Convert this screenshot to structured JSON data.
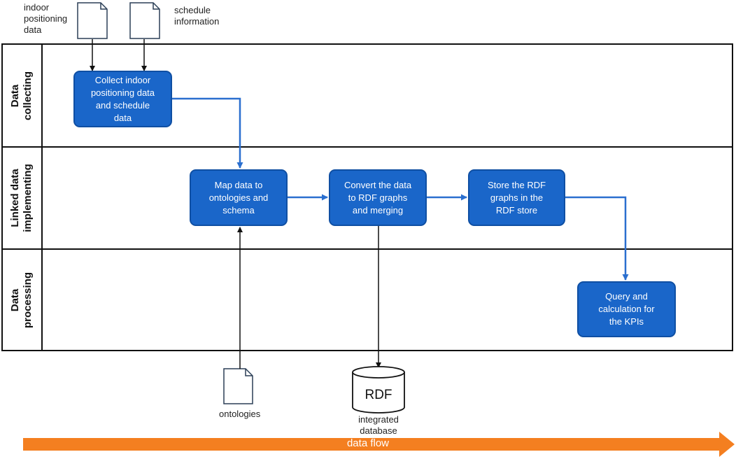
{
  "inputs": {
    "indoor_positioning": "indoor\npositioning\ndata",
    "schedule_information": "schedule\ninformation",
    "ontologies": "ontologies"
  },
  "lanes": {
    "data_collecting": "Data collecting",
    "linked_data_implementing": "Linked data\nimplementing",
    "data_processing": "Data processing"
  },
  "processes": {
    "collect": "Collect indoor\npositioning data\nand schedule\ndata",
    "map": "Map data to\nontologies and\nschema",
    "convert": "Convert the data\nto RDF graphs\nand merging",
    "store": "Store the RDF\ngraphs in the\nRDF store",
    "query": "Query and\ncalculation for\nthe KPIs"
  },
  "database": {
    "symbol_text": "RDF",
    "label": "integrated\ndatabase"
  },
  "flow_arrow": {
    "label": "data flow",
    "color": "#f47f20"
  },
  "colors": {
    "process_fill": "#1a66c9",
    "flow_line": "#2a6fcf",
    "border": "#111111"
  }
}
